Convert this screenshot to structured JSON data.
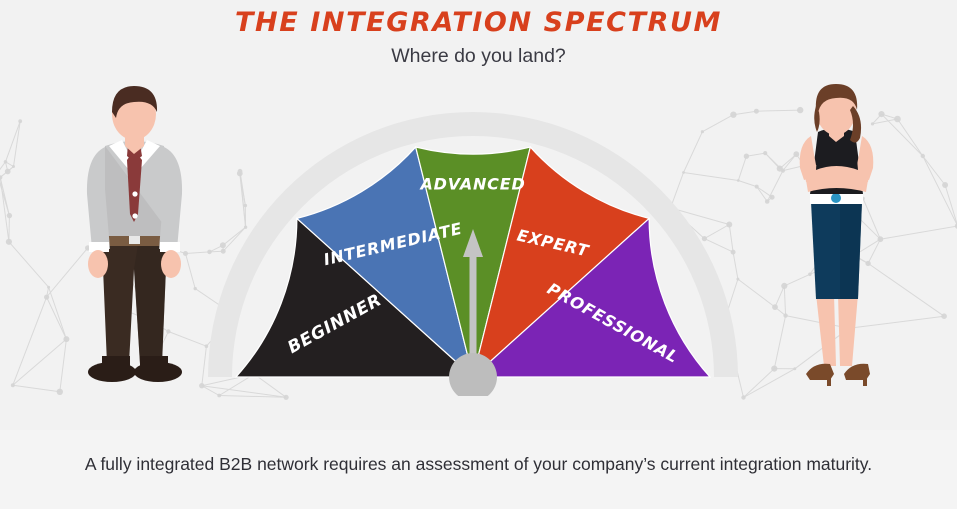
{
  "header": {
    "title": "THE INTEGRATION SPECTRUM",
    "subtitle": "Where do you land?"
  },
  "caption": {
    "text": "A fully integrated B2B network requires an assessment of your company’s current integration maturity."
  },
  "colors": {
    "background": "#f2f2f2",
    "bottom_band": "#f4f4f4",
    "title": "#d8401d",
    "subtitle": "#3b3b44",
    "caption": "#2f2f36",
    "gauge_ring": "#e6e6e6",
    "needle": "#c4c4c4",
    "hub": "#bdbdbd",
    "network_mesh": "#d5d5d5",
    "label_text": "#ffffff"
  },
  "gauge": {
    "name": "integration-maturity-gauge",
    "needle_points_to": "Advanced",
    "needle_angle_deg": 0,
    "segments": [
      {
        "label": "BEGINNER",
        "color": "#231f20",
        "start_deg": 180,
        "end_deg": 138,
        "label_angle_deg": 159,
        "label_radius": 148,
        "font_size": 17
      },
      {
        "label": "INTERMEDIATE",
        "color": "#4a74b4",
        "start_deg": 138,
        "end_deg": 104,
        "label_angle_deg": 121,
        "label_radius": 155,
        "font_size": 16
      },
      {
        "label": "ADVANCED",
        "color": "#5b8f26",
        "start_deg": 104,
        "end_deg": 76,
        "label_angle_deg": 90,
        "label_radius": 193,
        "font_size": 16
      },
      {
        "label": "EXPERT",
        "color": "#d8401d",
        "start_deg": 76,
        "end_deg": 42,
        "label_angle_deg": 59,
        "label_radius": 156,
        "font_size": 16
      },
      {
        "label": "PROFESSIONAL",
        "color": "#7b24b5",
        "start_deg": 42,
        "end_deg": 0,
        "label_angle_deg": 21,
        "label_radius": 150,
        "font_size": 16
      }
    ]
  },
  "figures": {
    "left": {
      "name": "businessman-illustration",
      "hair": "#4a2c22",
      "skin": "#f7c3ae",
      "shirt": "#c9cacb",
      "shirt_shadow": "#b4b5b6",
      "collar": "#ffffff",
      "tie": "#8a3a3a",
      "belt": "#7a5c42",
      "pants": "#3a2b22",
      "pants_shadow": "#2e231c",
      "shoes": "#2a1d17"
    },
    "right": {
      "name": "businesswoman-illustration",
      "hair": "#6b3f28",
      "skin": "#f7c3ae",
      "top": "#1c1c20",
      "belt": "#ffffff",
      "buckle": "#2b95c4",
      "skirt": "#0e3b5c",
      "skirt_shadow": "#0a2f4a",
      "shoes": "#7a4a2a"
    }
  }
}
